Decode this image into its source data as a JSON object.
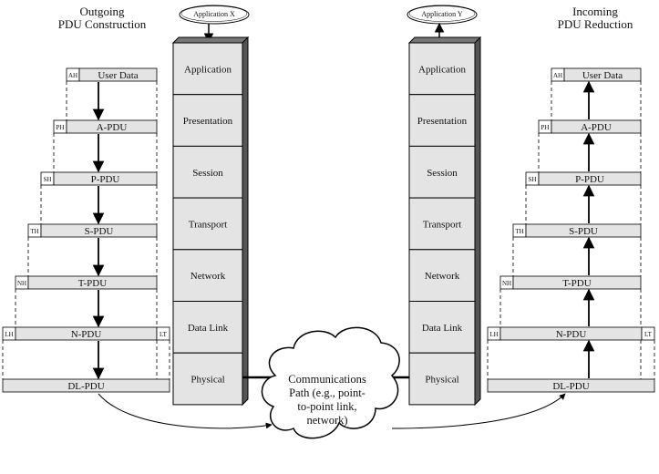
{
  "left_title": [
    "Outgoing",
    "PDU Construction"
  ],
  "right_title": [
    "Incoming",
    "PDU Reduction"
  ],
  "app_x": "Application X",
  "app_y": "Application Y",
  "layers": [
    "Application",
    "Presentation",
    "Session",
    "Transport",
    "Network",
    "Data Link",
    "Physical"
  ],
  "pdus": [
    {
      "header": "AH",
      "label": "User Data"
    },
    {
      "header": "PH",
      "label": "A-PDU"
    },
    {
      "header": "SH",
      "label": "P-PDU"
    },
    {
      "header": "TH",
      "label": "S-PDU"
    },
    {
      "header": "NH",
      "label": "T-PDU"
    },
    {
      "header": "LH",
      "label": "N-PDU",
      "trailer": "LT"
    },
    {
      "label": "DL-PDU"
    }
  ],
  "cloud_text": [
    "Communications",
    "Path (e.g., point-",
    "to-point link,",
    "network)"
  ],
  "colors": {
    "fill": "#e4e4e4",
    "stack_side": "#555555",
    "stack_top": "#777777",
    "line": "#000000"
  }
}
